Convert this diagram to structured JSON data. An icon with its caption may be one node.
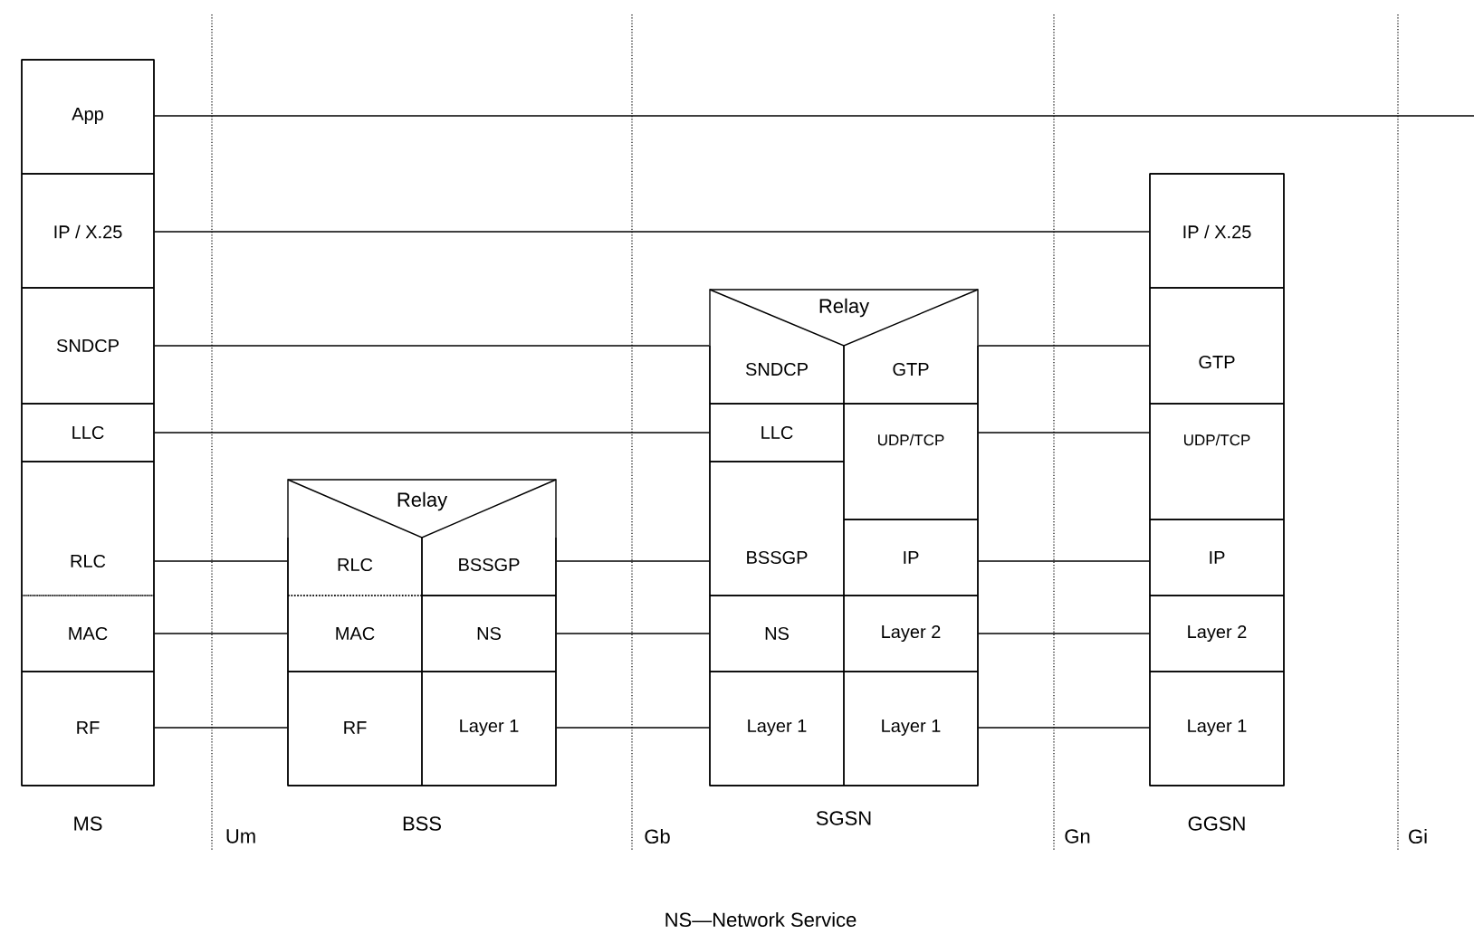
{
  "diagram": {
    "caption": "NS—Network Service",
    "nodes": [
      {
        "text": [
          "MS"
        ]
      },
      {
        "text": [
          "App"
        ],
        "in": 0
      },
      {
        "text": [
          "IP / X.25"
        ],
        "in": 0
      },
      {
        "text": [
          "SNDCP"
        ],
        "in": 0
      },
      {
        "text": [
          "LLC"
        ],
        "in": 0
      },
      {
        "text": [
          "RLC"
        ],
        "in": 0
      },
      {
        "text": [
          "MAC"
        ],
        "in": 0
      },
      {
        "text": [
          "RF"
        ],
        "in": 0
      },
      {
        "text": [
          "BSS"
        ]
      },
      {
        "text": [
          "Relay"
        ],
        "in": 8
      },
      {
        "text": [
          "RLC"
        ],
        "in": 8
      },
      {
        "text": [
          "BSSGP"
        ],
        "in": 8
      },
      {
        "text": [
          "MAC"
        ],
        "in": 8
      },
      {
        "text": [
          "NS"
        ],
        "in": 8
      },
      {
        "text": [
          "RF"
        ],
        "in": 8
      },
      {
        "text": [
          "Layer 1"
        ],
        "in": 8
      },
      {
        "text": [
          "SGSN"
        ]
      },
      {
        "text": [
          "Relay"
        ],
        "in": 16
      },
      {
        "text": [
          "SNDCP"
        ],
        "in": 16
      },
      {
        "text": [
          "GTP"
        ],
        "in": 16
      },
      {
        "text": [
          "LLC"
        ],
        "in": 16
      },
      {
        "text": [
          "UDP/TCP"
        ],
        "in": 16
      },
      {
        "text": [
          "BSSGP"
        ],
        "in": 16
      },
      {
        "text": [
          "IP"
        ],
        "in": 16
      },
      {
        "text": [
          "NS"
        ],
        "in": 16
      },
      {
        "text": [
          "Layer 2"
        ],
        "in": 16
      },
      {
        "text": [
          "Layer 1"
        ],
        "in": 16
      },
      {
        "text": [
          "Layer 1"
        ],
        "in": 16
      },
      {
        "text": [
          "GGSN"
        ]
      },
      {
        "text": [
          "IP / X.25"
        ],
        "in": 28
      },
      {
        "text": [
          "GTP"
        ],
        "in": 28
      },
      {
        "text": [
          "UDP/TCP"
        ],
        "in": 28
      },
      {
        "text": [
          "IP"
        ],
        "in": 28
      },
      {
        "text": [
          "Layer 2"
        ],
        "in": 28
      },
      {
        "text": [
          "Layer 1"
        ],
        "in": 28
      }
    ],
    "edges": [
      {
        "from": 1,
        "to": null,
        "arrow": "none"
      },
      {
        "from": 2,
        "to": 29,
        "arrow": "none"
      },
      {
        "from": 3,
        "to": 18,
        "arrow": "none"
      },
      {
        "from": 4,
        "to": 20,
        "arrow": "none"
      },
      {
        "from": 5,
        "to": 10,
        "arrow": "none"
      },
      {
        "from": 6,
        "to": 12,
        "arrow": "none"
      },
      {
        "from": 7,
        "to": 14,
        "arrow": "none"
      },
      {
        "from": 11,
        "to": 22,
        "arrow": "none"
      },
      {
        "from": 13,
        "to": 24,
        "arrow": "none"
      },
      {
        "from": 15,
        "to": 26,
        "arrow": "none"
      },
      {
        "from": 19,
        "to": 30,
        "arrow": "none"
      },
      {
        "from": 21,
        "to": 31,
        "arrow": "none"
      },
      {
        "from": 23,
        "to": 32,
        "arrow": "none"
      },
      {
        "from": 25,
        "to": 33,
        "arrow": "none"
      },
      {
        "from": 27,
        "to": 34,
        "arrow": "none"
      }
    ],
    "labels": [
      "Um",
      "Gb",
      "Gn",
      "Gi"
    ]
  }
}
